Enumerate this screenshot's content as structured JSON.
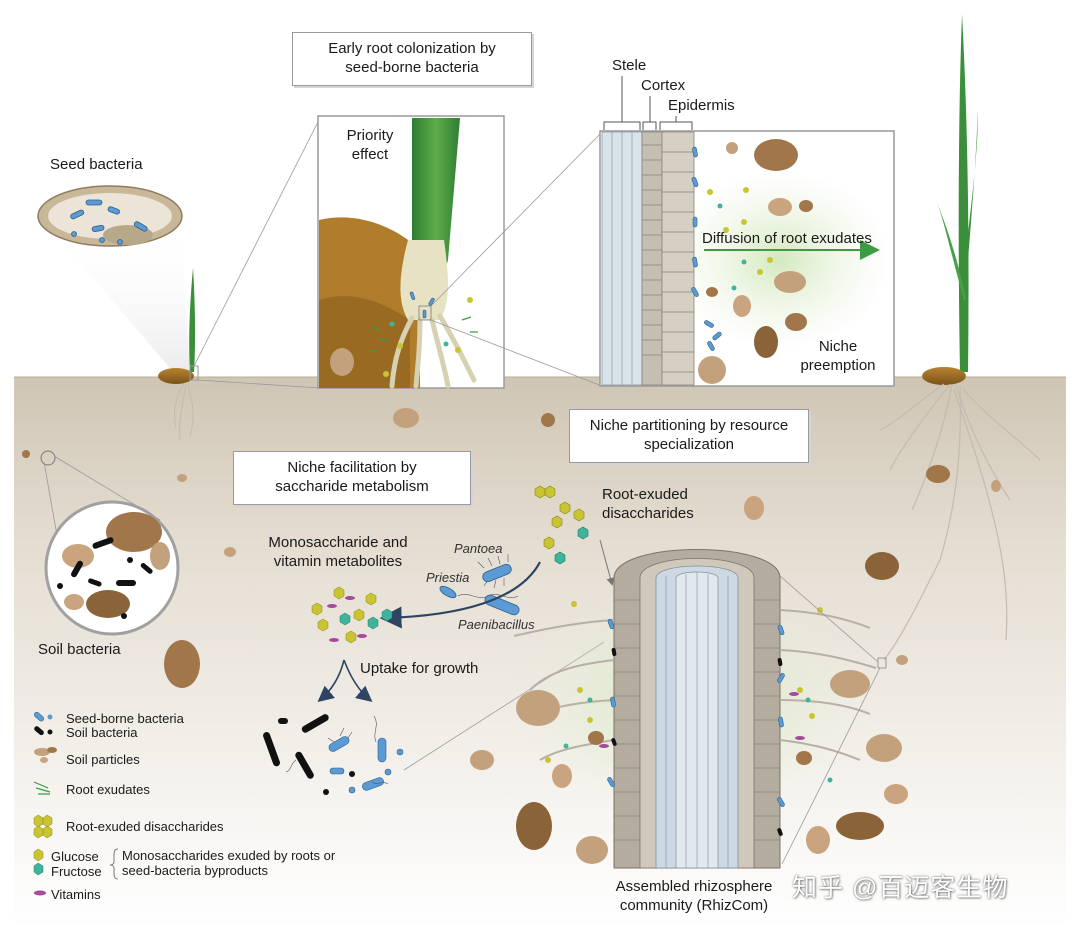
{
  "boxes": {
    "early_colonization": "Early root colonization by seed-borne bacteria",
    "niche_partitioning": "Niche partitioning by resource specialization",
    "niche_facilitation": "Niche facilitation by saccharide metabolism"
  },
  "labels": {
    "seed_bacteria": "Seed bacteria",
    "soil_bacteria": "Soil bacteria",
    "priority_effect": "Priority effect",
    "stele": "Stele",
    "cortex": "Cortex",
    "epidermis": "Epidermis",
    "diffusion": "Diffusion of root exudates",
    "niche_preemption": "Niche preemption",
    "root_exuded_disaccharides": "Root-exuded disaccharides",
    "mono_vitamin": "Monosaccharide and vitamin metabolites",
    "pantoea": "Pantoea",
    "priestia": "Priestia",
    "paenibacillus": "Paenibacillus",
    "uptake": "Uptake for growth",
    "assembled": "Assembled rhizosphere community (RhizCom)"
  },
  "legend": {
    "seed_borne": "Seed-borne bacteria",
    "soil_bacteria": "Soil bacteria",
    "soil_particles": "Soil particles",
    "root_exudates": "Root exudates",
    "disaccharides": "Root-exuded disaccharides",
    "glucose": "Glucose",
    "fructose": "Fructose",
    "mono_note": "Monosaccharides exuded by roots or seed-bacteria byproducts",
    "vitamins": "Vitamins"
  },
  "watermark": "知乎 @百迈客生物",
  "colors": {
    "soil": "#c9bfae",
    "bacteria_blue": "#5b9bd5",
    "glucose": "#c9c431",
    "fructose": "#3fb39b",
    "vitamin": "#a54a9a",
    "exudate_green": "#3e9b45",
    "particle_brown": "#a0764a",
    "root_tissue": "#b3ac9f"
  },
  "icons": [
    "seed-icon",
    "bacterium-icon",
    "soil-particle-icon",
    "hexagon-icon",
    "arrow-icon"
  ]
}
